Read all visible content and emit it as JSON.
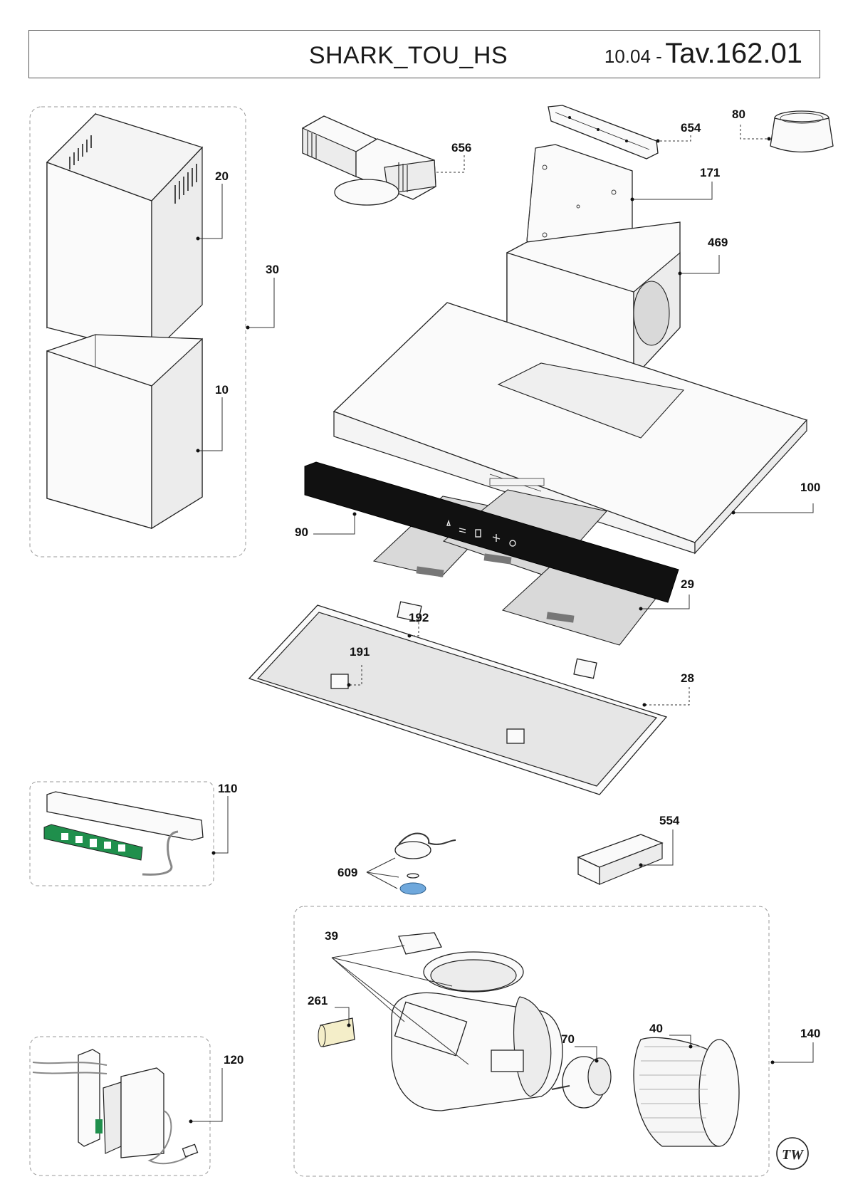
{
  "header": {
    "model": "SHARK_TOU_HS",
    "edition": "10.04 -",
    "table": "Tav.162.01"
  },
  "parts": {
    "p10": "10",
    "p20": "20",
    "p30": "30",
    "p28": "28",
    "p29": "29",
    "p39": "39",
    "p40": "40",
    "p70": "70",
    "p80": "80",
    "p90": "90",
    "p100": "100",
    "p110": "110",
    "p120": "120",
    "p140": "140",
    "p171": "171",
    "p191": "191",
    "p192": "192",
    "p261": "261",
    "p469": "469",
    "p554": "554",
    "p609": "609",
    "p654": "654",
    "p656": "656"
  },
  "panel_icons": [
    "lamp-icon",
    "equals-icon",
    "digit-display-icon",
    "plus-icon",
    "power-icon"
  ],
  "colors": {
    "panel_glass": "#111111",
    "pcb": "#1f8f4c",
    "filter_lens": "#6fa8dc"
  },
  "logo_text": "TW"
}
